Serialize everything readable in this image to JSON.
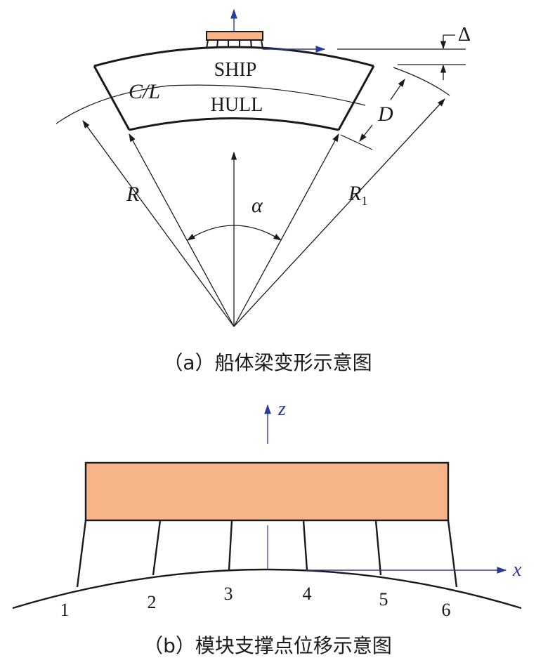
{
  "colors": {
    "module_fill": "#F7B487",
    "line": "#1a1a1a",
    "axis": "#2b3a99"
  },
  "part_a": {
    "hull_top_label": "SHIP",
    "hull_bottom_label": "HULL",
    "centerline_label": "C/L",
    "depth_label": "D",
    "radius_label": "R",
    "radius1_label_main": "R",
    "radius1_label_sub": "1",
    "angle_label": "α",
    "delta_label": "Δ",
    "caption": "（a）船体梁变形示意图"
  },
  "part_b": {
    "z_axis_label": "z",
    "x_axis_label": "x",
    "support_labels": [
      "1",
      "2",
      "3",
      "4",
      "5",
      "6"
    ],
    "caption": "（b）模块支撑点位移示意图"
  }
}
